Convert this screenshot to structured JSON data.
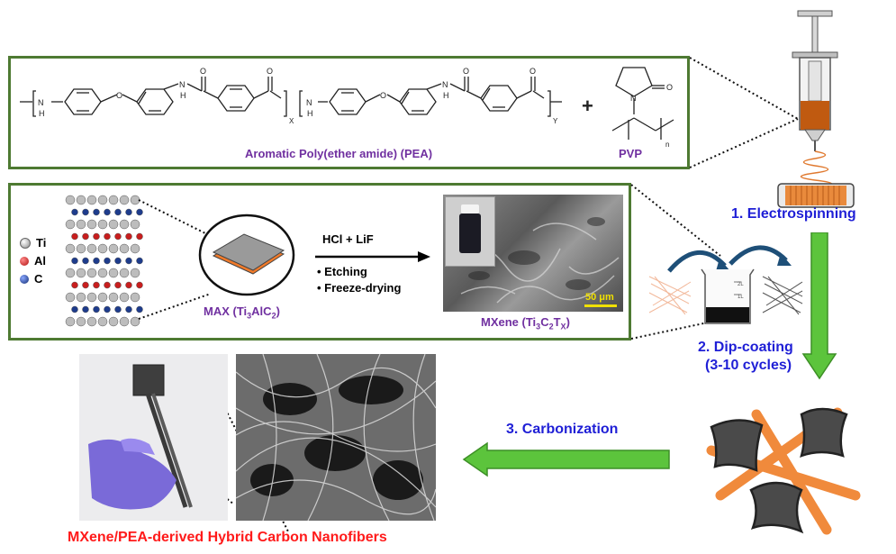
{
  "chemistry": {
    "subscript_x": "X",
    "subscript_y": "Y",
    "subscript_n": "n",
    "plus": "+",
    "atom_n": "N",
    "atom_h": "H",
    "atom_o": "O"
  },
  "panel1": {
    "pea_label": "Aromatic Poly(ether amide) (PEA)",
    "pvp_label": "PVP"
  },
  "panel2": {
    "legend": [
      {
        "symbol": "Ti",
        "color": "#bdbdbd"
      },
      {
        "symbol": "Al",
        "color": "#c81e1e"
      },
      {
        "symbol": "C",
        "color": "#1e3c8c"
      }
    ],
    "max_label_prefix": "MAX (Ti",
    "max_label_sub3": "3",
    "max_label_mid": "AlC",
    "max_label_sub2": "2",
    "max_label_suffix": ")",
    "reagent": "HCl + LiF",
    "step_etching": "Etching",
    "step_freeze": "Freeze-drying",
    "mxene_prefix": "MXene (Ti",
    "mxene_sub3": "3",
    "mxene_c": "C",
    "mxene_sub2": "2",
    "mxene_t": "T",
    "mxene_subx": "X",
    "mxene_suffix": ")",
    "scale_bar": "50 μm"
  },
  "beaker": {
    "mark_2l": "2L",
    "mark_1l": "1L"
  },
  "steps": {
    "step1": "1. Electrospinning",
    "step2_line1": "2. Dip-coating",
    "step2_line2": "(3-10 cycles)",
    "step3": "3. Carbonization"
  },
  "result_title": "MXene/PEA-derived Hybrid Carbon Nanofibers",
  "colors": {
    "panel_border": "#4e7a32",
    "purple": "#7030a0",
    "blue": "#1f1fd6",
    "red": "#ff1a1a",
    "arrow_green": "#5cc43c",
    "orange_fiber": "#f08a3c",
    "solution_brown": "#c05a10"
  }
}
